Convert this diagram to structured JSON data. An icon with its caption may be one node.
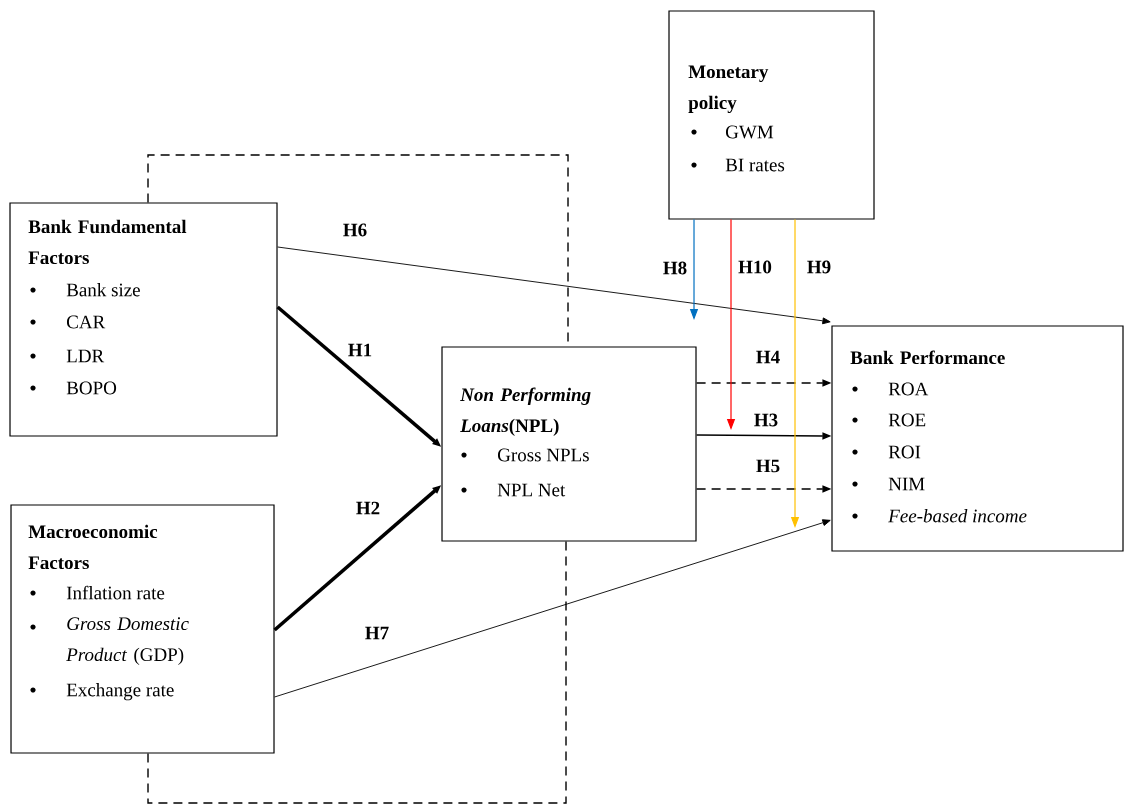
{
  "diagram": {
    "nodes": [
      {
        "text": [
          "Monetary policy",
          "GWM",
          "BI rates"
        ]
      },
      {
        "text": [
          "Bank Fundamental Factors",
          "Bank size",
          "CAR",
          "LDR",
          "BOPO"
        ]
      },
      {
        "text": [
          "*Non Performing Loans*(NPL)",
          "Gross NPLs",
          "NPL Net"
        ]
      },
      {
        "text": [
          "Macroeconomic Factors",
          "Inflation rate",
          "*Gross Domestic Product* (GDP)",
          "Exchange rate"
        ]
      },
      {
        "text": [
          "Bank Performance",
          "ROA",
          "ROE",
          "ROI",
          "NIM",
          "*Fee-based income*"
        ]
      }
    ],
    "edges": [
      {
        "from": 1,
        "to": 4,
        "arrow": "to",
        "label": "H6"
      },
      {
        "from": 1,
        "to": 2,
        "arrow": "to",
        "label": "H1",
        "style": "thick"
      },
      {
        "from": 3,
        "to": 2,
        "arrow": "to",
        "label": "H2",
        "style": "thick"
      },
      {
        "from": 3,
        "to": 4,
        "arrow": "to",
        "label": "H7"
      },
      {
        "from": 2,
        "to": 4,
        "arrow": "to",
        "label": "H4",
        "style": "dashed"
      },
      {
        "from": 2,
        "to": 4,
        "arrow": "to",
        "label": "H3"
      },
      {
        "from": 2,
        "to": 4,
        "arrow": "to",
        "label": "H5",
        "style": "dashed"
      },
      {
        "from": 0,
        "to": null,
        "arrow": "to",
        "label": "H8",
        "color": "#0070c0"
      },
      {
        "from": 0,
        "to": null,
        "arrow": "to",
        "label": "H10",
        "color": "#ff0000"
      },
      {
        "from": 0,
        "to": null,
        "arrow": "to",
        "label": "H9",
        "color": "#ffc000"
      },
      {
        "from": 1,
        "to": 2,
        "arrow": "none",
        "style": "dashed"
      },
      {
        "from": 2,
        "to": 3,
        "arrow": "none",
        "style": "dashed"
      }
    ]
  }
}
